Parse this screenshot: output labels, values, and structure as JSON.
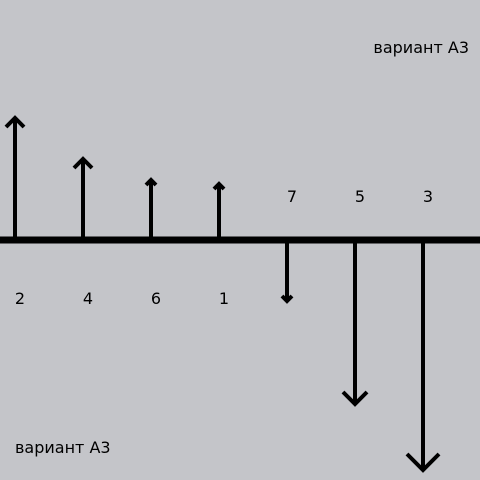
{
  "caption_top": "вариант А3",
  "caption_bottom": "вариант А3",
  "colors": {
    "background": "#c4c5c9",
    "ink": "#000000"
  },
  "arrows": [
    {
      "label": "2",
      "direction": "up"
    },
    {
      "label": "4",
      "direction": "up"
    },
    {
      "label": "6",
      "direction": "up"
    },
    {
      "label": "1",
      "direction": "up"
    },
    {
      "label": "7",
      "direction": "down"
    },
    {
      "label": "5",
      "direction": "down"
    },
    {
      "label": "3",
      "direction": "down"
    }
  ]
}
